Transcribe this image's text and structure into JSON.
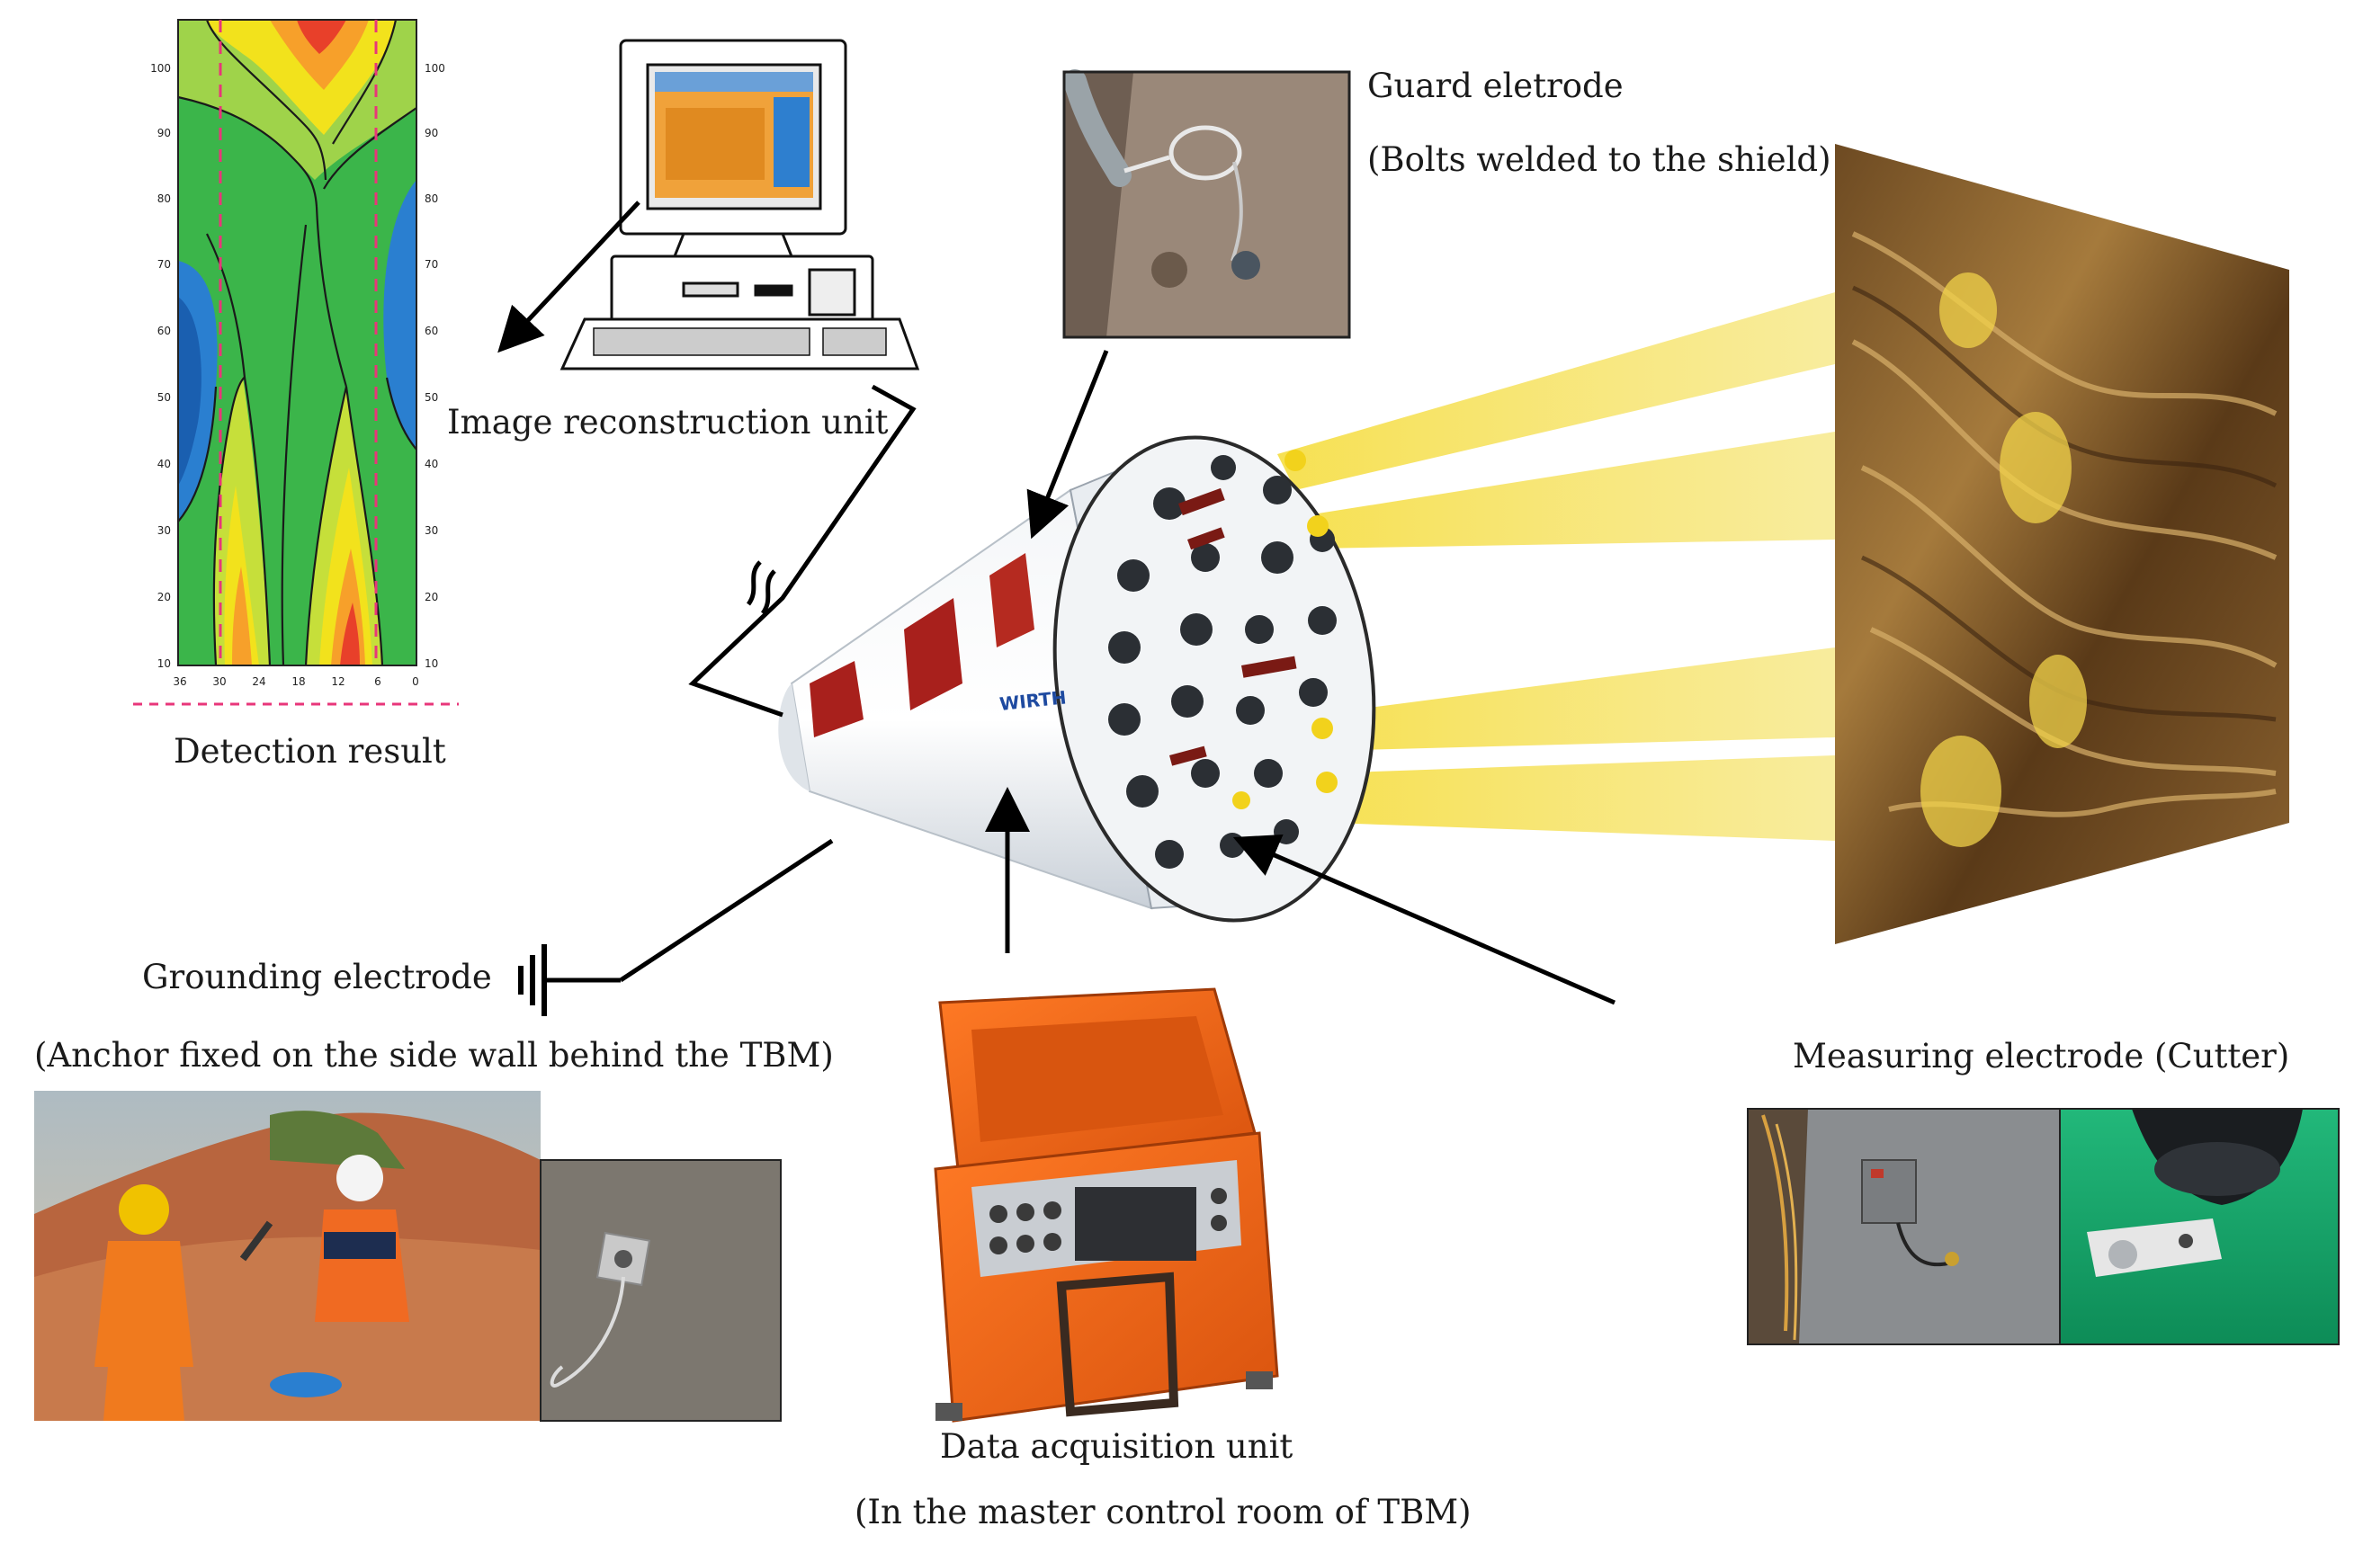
{
  "labels": {
    "guard_electrode": "Guard eletrode",
    "guard_electrode_note": "(Bolts welded to the shield)",
    "image_reconstruction": "Image reconstruction unit",
    "detection_result": "Detection result",
    "grounding_electrode": "Grounding electrode",
    "grounding_electrode_note": "(Anchor fixed on the side wall behind the TBM)",
    "measuring_electrode": "Measuring electrode (Cutter)",
    "data_acquisition": "Data acquisition unit",
    "data_acquisition_note": "(In the master control room of TBM)"
  },
  "detection_plot": {
    "left_ticks": [
      "100",
      "90",
      "80",
      "70",
      "60",
      "50",
      "40",
      "30",
      "20",
      "10"
    ],
    "right_ticks": [
      "100",
      "90",
      "80",
      "70",
      "60",
      "50",
      "40",
      "30",
      "20",
      "10"
    ],
    "bottom_ticks": [
      "36",
      "30",
      "24",
      "18",
      "12",
      "6",
      "0"
    ]
  },
  "tbm": {
    "brand_marks": [
      "WIRTH"
    ]
  },
  "colors": {
    "contour_red": "#e8402a",
    "contour_yellow": "#f2e21c",
    "contour_green": "#3bb54a",
    "contour_blue": "#2a7fd0",
    "beam_yellow": "#f7e36a",
    "case_orange": "#f26a1b",
    "dashed_marker": "#e8367a"
  }
}
